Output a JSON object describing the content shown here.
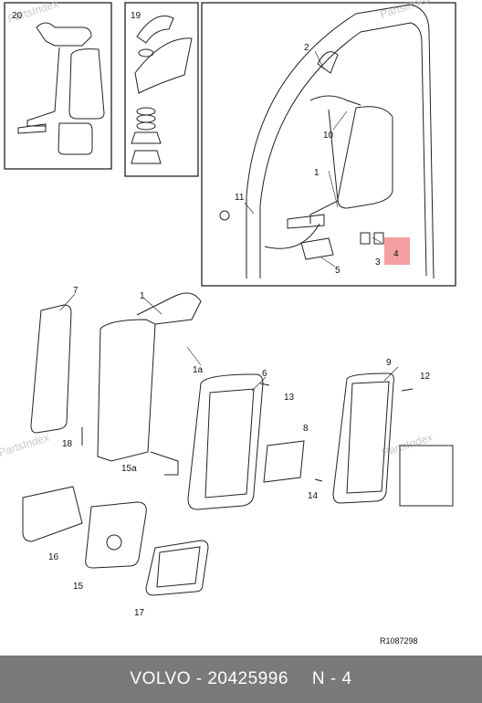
{
  "watermark": "PartsIndex",
  "callouts": {
    "c20": "20",
    "c19": "19",
    "c2": "2",
    "c10": "10",
    "c1": "1",
    "c11": "11",
    "c4": "4",
    "c3": "3",
    "c5": "5",
    "c7": "7",
    "c1b": "1",
    "c1a": "1a",
    "c6": "6",
    "c13": "13",
    "c9": "9",
    "c12": "12",
    "c18": "18",
    "c15a": "15a",
    "c8": "8",
    "c14": "14",
    "c16": "16",
    "c15": "15",
    "c17": "17"
  },
  "highlight_color": "#f4a0a0",
  "reference": "R1087298",
  "footer": {
    "part": "VOLVO - 20425996",
    "position": "N - 4"
  }
}
